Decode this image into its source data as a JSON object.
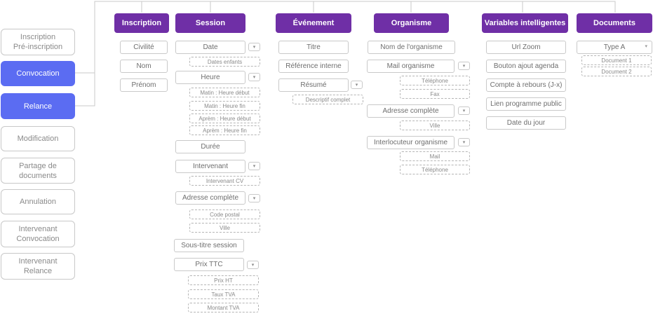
{
  "sidebar": {
    "items": [
      {
        "label": "Inscription\nPré-inscription",
        "active": false
      },
      {
        "label": "Convocation",
        "active": true
      },
      {
        "label": "Relance",
        "active": true
      },
      {
        "label": "Modification",
        "active": false
      },
      {
        "label": "Partage de\ndocuments",
        "active": false
      },
      {
        "label": "Annulation",
        "active": false
      },
      {
        "label": "Intervenant\nConvocation",
        "active": false
      },
      {
        "label": "Intervenant\nRelance",
        "active": false
      }
    ]
  },
  "colors": {
    "accent": "#5b6cf2",
    "header": "#6f2fa6"
  },
  "toggle_icon": "▾",
  "columns": {
    "inscription": {
      "title": "Inscription",
      "fields": [
        "Civilité",
        "Nom",
        "Prénom"
      ]
    },
    "session": {
      "title": "Session",
      "date": "Date",
      "date_children": [
        "Dates enfants"
      ],
      "heure": "Heure",
      "heure_children": [
        "Matin : Heure début",
        "Matin : Heure fin",
        "Aprèm : Heure début",
        "Aprèm : Heure fin"
      ],
      "duree": "Durée",
      "intervenant": "Intervenant",
      "intervenant_children": [
        "Intervenant CV"
      ],
      "adresse": "Adresse complète",
      "adresse_children": [
        "Code postal",
        "Ville"
      ],
      "sous_titre": "Sous-titre session",
      "prix": "Prix TTC",
      "prix_children": [
        "Prix HT",
        "Taux TVA",
        "Montant TVA"
      ]
    },
    "evenement": {
      "title": "Événement",
      "titre": "Titre",
      "reference": "Référence interne",
      "resume": "Résumé",
      "resume_children": [
        "Descriptif complet"
      ]
    },
    "organisme": {
      "title": "Organisme",
      "nom": "Nom de l'organisme",
      "mail": "Mail organisme",
      "mail_children": [
        "Téléphone",
        "Fax"
      ],
      "adresse": "Adresse complète",
      "adresse_children": [
        "Ville"
      ],
      "interlocuteur": "Interlocuteur organisme",
      "interlocuteur_children": [
        "Mail",
        "Téléphone"
      ]
    },
    "variables": {
      "title": "Variables intelligentes",
      "items": [
        "Url Zoom",
        "Bouton ajout agenda",
        "Compte à rebours (J-x)",
        "Lien programme public",
        "Date du jour"
      ]
    },
    "documents": {
      "title": "Documents",
      "type": "Type A",
      "type_children": [
        "Document 1",
        "Document 2"
      ]
    }
  }
}
